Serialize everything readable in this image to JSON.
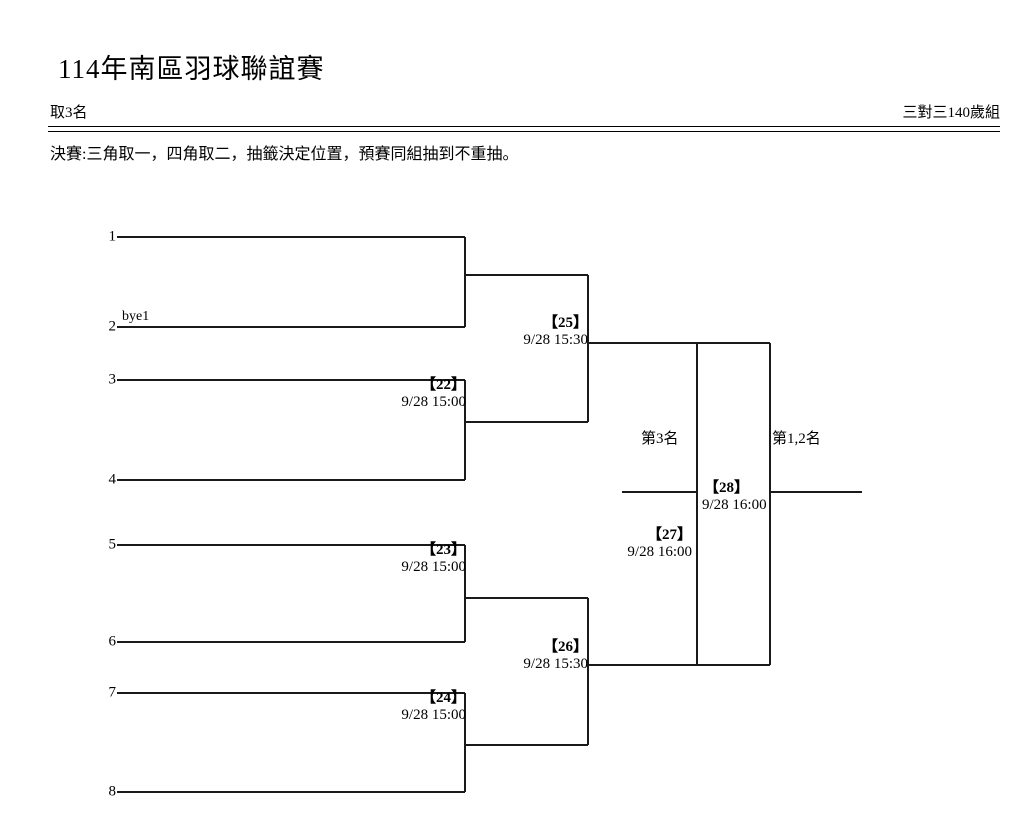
{
  "header": {
    "title": "114年南區羽球聯誼賽",
    "rank_note": "取3名",
    "category": "三對三140歲組",
    "rules": "決賽:三角取一，四角取二，抽籤決定位置，預賽同組抽到不重抽。"
  },
  "bracket": {
    "seeds": [
      {
        "label": "1"
      },
      {
        "label": "2",
        "tag": "bye1"
      },
      {
        "label": "3"
      },
      {
        "label": "4"
      },
      {
        "label": "5"
      },
      {
        "label": "6"
      },
      {
        "label": "7"
      },
      {
        "label": "8"
      }
    ],
    "matches": [
      {
        "id": "【22】",
        "time": "9/28  15:00"
      },
      {
        "id": "【23】",
        "time": "9/28  15:00"
      },
      {
        "id": "【24】",
        "time": "9/28  15:00"
      },
      {
        "id": "【25】",
        "time": "9/28  15:30"
      },
      {
        "id": "【26】",
        "time": "9/28  15:30"
      },
      {
        "id": "【27】",
        "time": "9/28 16:00"
      },
      {
        "id": "【28】",
        "time": "9/28  16:00"
      }
    ],
    "places": {
      "third": "第3名",
      "first_second": "第1,2名"
    }
  }
}
